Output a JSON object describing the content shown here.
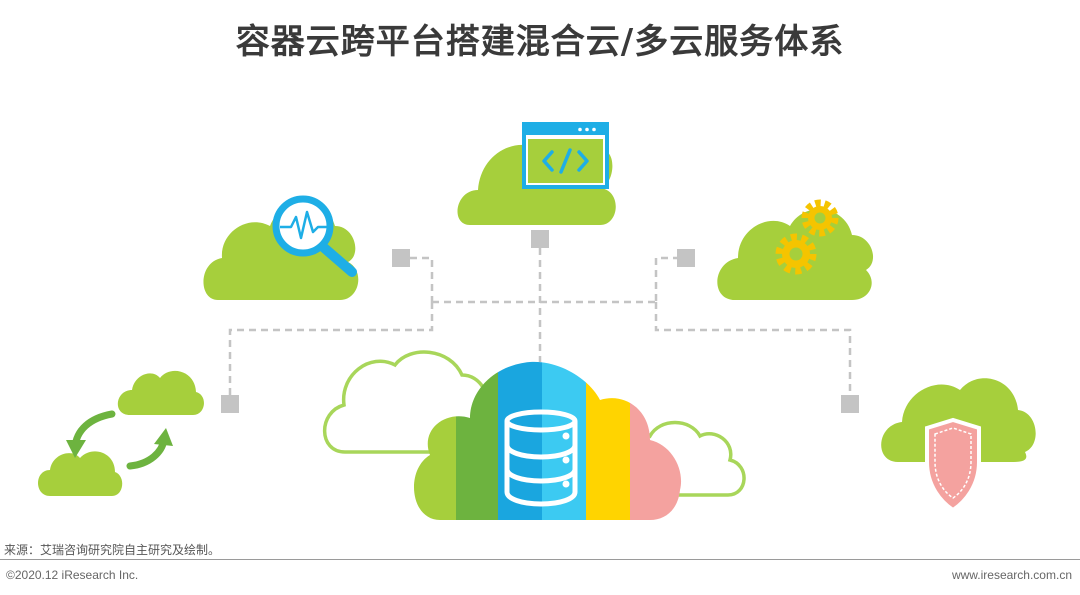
{
  "title": "容器云跨平台搭建混合云/多云服务体系",
  "footer": {
    "source": "来源：艾瑞咨询研究院自主研究及绘制。",
    "copyright": "©2020.12 iResearch Inc.",
    "website": "www.iresearch.com.cn"
  },
  "icons": [
    "cloud-monitor-search-icon",
    "cloud-code-window-icon",
    "cloud-gears-icon",
    "cloud-sync-arrows-icon",
    "cloud-shield-icon",
    "multicolor-cloud-database-icon"
  ],
  "colors": {
    "cloud_green": "#a6cf3c",
    "accent_blue": "#1eaee6",
    "gear_yellow": "#f5c400",
    "connector_gray": "#c4c4c4",
    "stripe_colors": [
      "#6db33f",
      "#1aa6df",
      "#3ccaf2",
      "#ffd400",
      "#f4a29f"
    ],
    "shield_pink": "#f4a29f",
    "outline_green": "#a8d65a",
    "title_gray": "#3a3a3a"
  }
}
